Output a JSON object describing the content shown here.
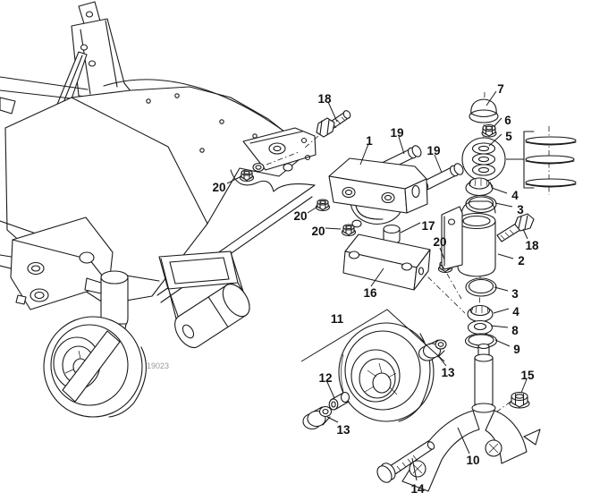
{
  "figure": {
    "number": "19023",
    "ink_color": "#1a1a1a",
    "background_color": "#ffffff",
    "figure_number_color": "#9a9a9a"
  },
  "callouts": {
    "c18a": {
      "label": "18"
    },
    "c1": {
      "label": "1"
    },
    "c19a": {
      "label": "19"
    },
    "c19b": {
      "label": "19"
    },
    "c7": {
      "label": "7"
    },
    "c6": {
      "label": "6"
    },
    "c5": {
      "label": "5"
    },
    "c4a": {
      "label": "4"
    },
    "c3a": {
      "label": "3"
    },
    "c18b": {
      "label": "18"
    },
    "c2": {
      "label": "2"
    },
    "c20a": {
      "label": "20"
    },
    "c20b": {
      "label": "20"
    },
    "c20c": {
      "label": "20"
    },
    "c17": {
      "label": "17"
    },
    "c20d": {
      "label": "20"
    },
    "c16": {
      "label": "16"
    },
    "c3b": {
      "label": "3"
    },
    "c4b": {
      "label": "4"
    },
    "c8": {
      "label": "8"
    },
    "c9": {
      "label": "9"
    },
    "c11": {
      "label": "11"
    },
    "c13a": {
      "label": "13"
    },
    "c12": {
      "label": "12"
    },
    "c13b": {
      "label": "13"
    },
    "c15": {
      "label": "15"
    },
    "c10": {
      "label": "10"
    },
    "c14": {
      "label": "14"
    }
  }
}
